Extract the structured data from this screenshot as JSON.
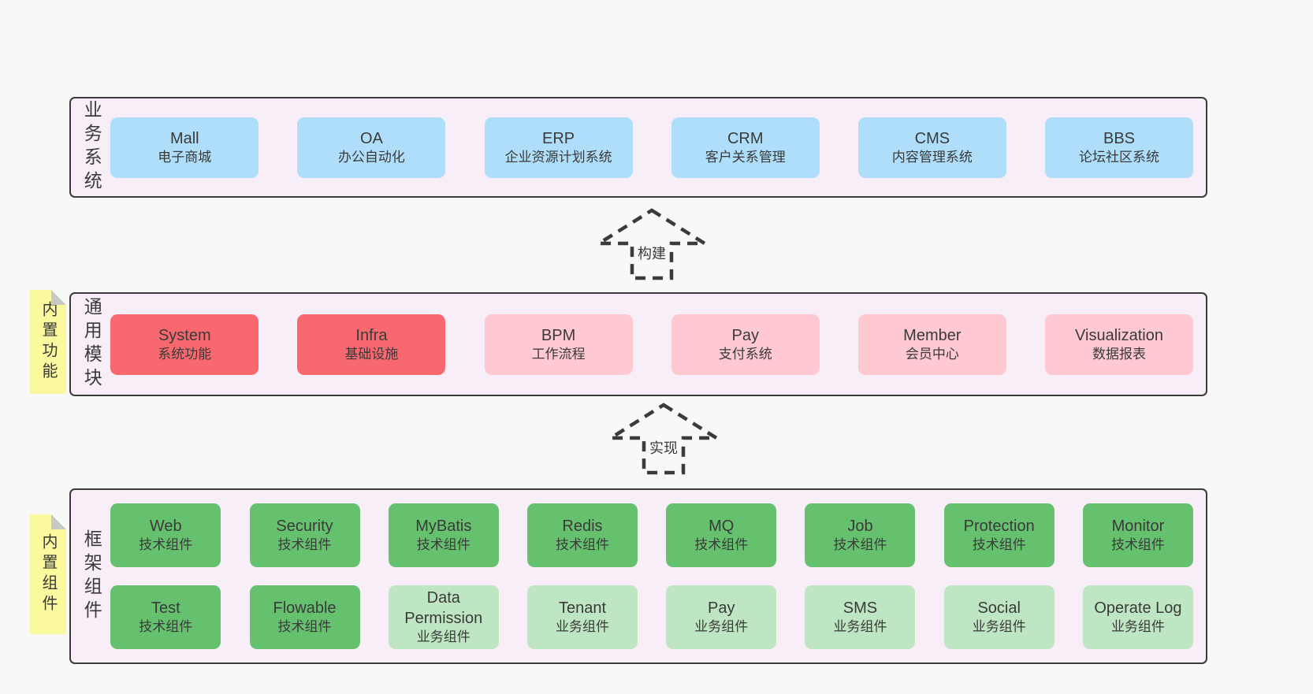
{
  "colors": {
    "blue": "#aedefa",
    "red": "#f7696f",
    "pink": "#ffc9d2",
    "green_dark": "#66c16e",
    "green_light": "#bfe6c3",
    "container_bg": "#f8eef7",
    "container_border": "#3b3b3b",
    "note_bg": "#fbf99d",
    "note_fold": "#c8c8c8",
    "page_bg": "#f8f8f8",
    "text": "#3a3a3a"
  },
  "sections": {
    "business": {
      "label": "业务系统",
      "boxes": [
        {
          "title": "Mall",
          "subtitle": "电子商城",
          "color": "blue"
        },
        {
          "title": "OA",
          "subtitle": "办公自动化",
          "color": "blue"
        },
        {
          "title": "ERP",
          "subtitle": "企业资源计划系统",
          "color": "blue"
        },
        {
          "title": "CRM",
          "subtitle": "客户关系管理",
          "color": "blue"
        },
        {
          "title": "CMS",
          "subtitle": "内容管理系统",
          "color": "blue"
        },
        {
          "title": "BBS",
          "subtitle": "论坛社区系统",
          "color": "blue"
        }
      ]
    },
    "common": {
      "label": "通用模块",
      "note": "内置功能",
      "boxes": [
        {
          "title": "System",
          "subtitle": "系统功能",
          "color": "red"
        },
        {
          "title": "Infra",
          "subtitle": "基础设施",
          "color": "red"
        },
        {
          "title": "BPM",
          "subtitle": "工作流程",
          "color": "pink"
        },
        {
          "title": "Pay",
          "subtitle": "支付系统",
          "color": "pink"
        },
        {
          "title": "Member",
          "subtitle": "会员中心",
          "color": "pink"
        },
        {
          "title": "Visualization",
          "subtitle": "数据报表",
          "color": "pink"
        }
      ]
    },
    "framework": {
      "label": "框架组件",
      "note": "内置组件",
      "rows": [
        [
          {
            "title": "Web",
            "subtitle": "技术组件",
            "color": "green_dark"
          },
          {
            "title": "Security",
            "subtitle": "技术组件",
            "color": "green_dark"
          },
          {
            "title": "MyBatis",
            "subtitle": "技术组件",
            "color": "green_dark"
          },
          {
            "title": "Redis",
            "subtitle": "技术组件",
            "color": "green_dark"
          },
          {
            "title": "MQ",
            "subtitle": "技术组件",
            "color": "green_dark"
          },
          {
            "title": "Job",
            "subtitle": "技术组件",
            "color": "green_dark"
          },
          {
            "title": "Protection",
            "subtitle": "技术组件",
            "color": "green_dark"
          },
          {
            "title": "Monitor",
            "subtitle": "技术组件",
            "color": "green_dark"
          }
        ],
        [
          {
            "title": "Test",
            "subtitle": "技术组件",
            "color": "green_dark"
          },
          {
            "title": "Flowable",
            "subtitle": "技术组件",
            "color": "green_dark"
          },
          {
            "title": "Data Permission",
            "subtitle": "业务组件",
            "color": "green_light"
          },
          {
            "title": "Tenant",
            "subtitle": "业务组件",
            "color": "green_light"
          },
          {
            "title": "Pay",
            "subtitle": "业务组件",
            "color": "green_light"
          },
          {
            "title": "SMS",
            "subtitle": "业务组件",
            "color": "green_light"
          },
          {
            "title": "Social",
            "subtitle": "业务组件",
            "color": "green_light"
          },
          {
            "title": "Operate Log",
            "subtitle": "业务组件",
            "color": "green_light"
          }
        ]
      ]
    }
  },
  "arrows": [
    {
      "label": "构建"
    },
    {
      "label": "实现"
    }
  ]
}
